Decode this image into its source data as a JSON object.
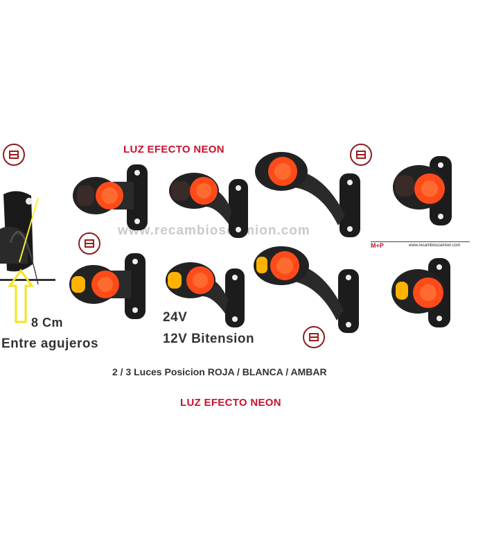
{
  "top_title": "LUZ EFECTO NEON",
  "watermark": "www.recambioscamion.com",
  "strip": {
    "brand": "M+P",
    "url": "www.recambioscamion.com"
  },
  "measurement": {
    "distance": "8 Cm",
    "label": "Entre agujeros"
  },
  "voltage": {
    "line1": "24V",
    "line2": "12V Bitension"
  },
  "caption": "2 / 3 Luces Posicion ROJA / BLANCA / AMBAR",
  "bottom_title": "LUZ EFECTO NEON",
  "colors": {
    "red_text": "#c8102e",
    "lamp_red": "#ff4a1a",
    "lamp_amber": "#ffb300",
    "housing": "#222222"
  }
}
